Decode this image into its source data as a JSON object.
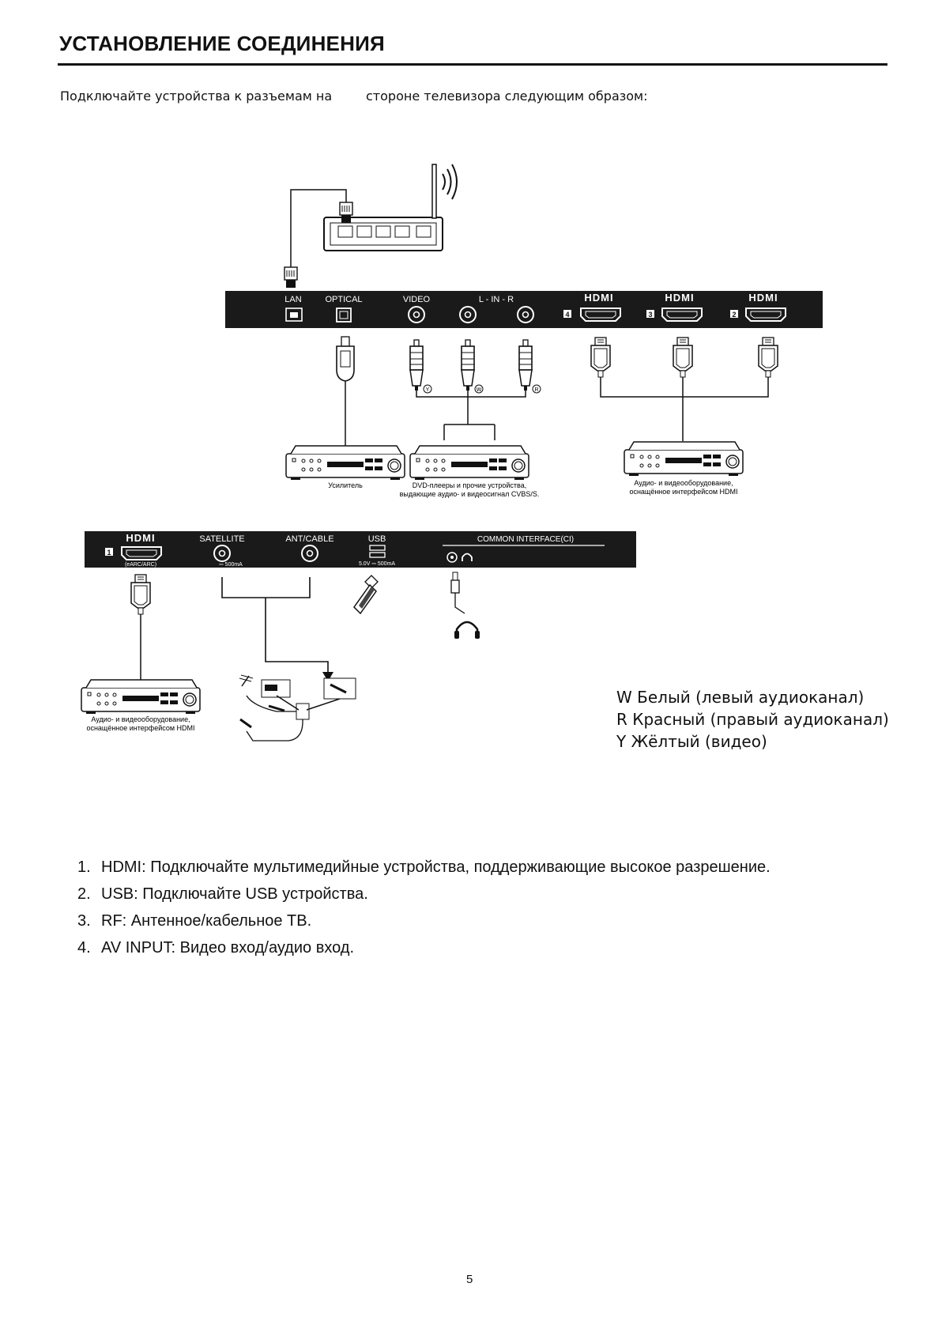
{
  "page": {
    "title": "УСТАНОВЛЕНИЕ СОЕДИНЕНИЯ",
    "intro_left": "Подключайте устройства к разъемам на",
    "intro_right": "стороне телевизора следующим образом:",
    "page_number": "5"
  },
  "diagram": {
    "panel_top": {
      "lan": "LAN",
      "optical": "OPTICAL",
      "video": "VIDEO",
      "l_in_r": "L - IN - R",
      "hdmi_logo": "HDMI",
      "hdmi4": "4",
      "hdmi3": "3",
      "hdmi2": "2"
    },
    "panel_bottom": {
      "hdmi_logo": "HDMI",
      "hdmi1": "1",
      "earc": "(eARC/ARC)",
      "satellite": "SATELLITE",
      "sat_power": "⎓ 500mA",
      "ant_cable": "ANT/CABLE",
      "usb": "USB",
      "usb_power": "5.0V ⎓ 500mA",
      "ci": "COMMON INTERFACE(CI)"
    },
    "rca_tags": {
      "y": "Y",
      "w": "W",
      "r": "R"
    },
    "captions": {
      "amplifier": "Усилитель",
      "dvd_line1": "DVD-плееры и прочие устройства,",
      "dvd_line2": "выдающие аудио- и видеосигнал CVBS/S.",
      "hdmi_eq_line1": "Аудио- и видеооборудование,",
      "hdmi_eq_line2": "оснащённое интерфейсом HDMI",
      "hdmi_eq2_line1": "Аудио- и видеооборудование,",
      "hdmi_eq2_line2": "оснащённое интерфейсом HDMI"
    }
  },
  "legend": [
    "W Белый (левый аудиоканал)",
    "R Красный (правый аудиоканал)",
    "Y Жёлтый (видео)"
  ],
  "notes": [
    {
      "num": "1.",
      "text": "HDMI: Подключайте мультимедийные устройства, поддерживающие высокое разрешение."
    },
    {
      "num": "2.",
      "text": "USB: Подключайте USB устройства."
    },
    {
      "num": "3.",
      "text": "RF: Антенное/кабельное ТВ."
    },
    {
      "num": "4.",
      "text": "AV INPUT: Видео вход/аудио вход."
    }
  ]
}
